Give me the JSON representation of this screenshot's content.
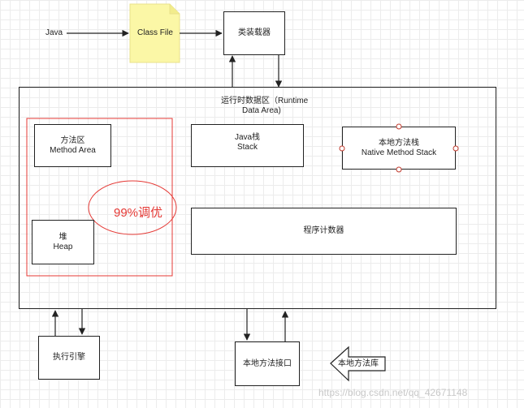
{
  "top": {
    "java_label": "Java",
    "class_file_label": "Class File",
    "class_loader_label": "类装载器"
  },
  "runtime_area": {
    "title_line1": "运行时数据区（Runtime",
    "title_line2": "Data Area)",
    "method_area": {
      "line1": "方法区",
      "line2": "Method Area"
    },
    "heap": {
      "line1": "堆",
      "line2": "Heap"
    },
    "tuning_label": "99%调优",
    "java_stack": {
      "line1": "Java栈",
      "line2": "Stack"
    },
    "native_method_stack": {
      "line1": "本地方法栈",
      "line2": "Native Method Stack"
    },
    "program_counter": "程序计数器"
  },
  "bottom": {
    "execution_engine": "执行引擎",
    "native_interface": "本地方法接口",
    "native_library": "本地方法库"
  },
  "watermark": "https://blog.csdn.net/qq_42671148",
  "colors": {
    "note_fill": "#fbf7a6",
    "highlight": "#e53935",
    "stroke": "#222222",
    "grid": "#ececec"
  }
}
